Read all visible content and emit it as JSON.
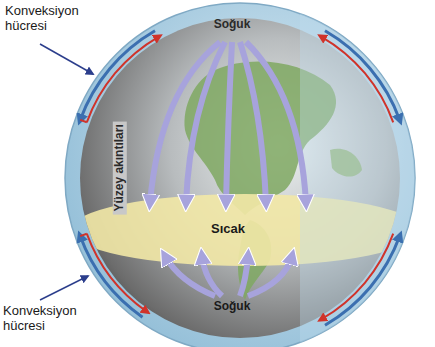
{
  "diagram": {
    "labels": [
      "Konveksiyon hücresi",
      "Soğuk",
      "Yüzey akıntıları",
      "Sıcak",
      "Soğuk",
      "Konveksiyon hücresi"
    ]
  }
}
